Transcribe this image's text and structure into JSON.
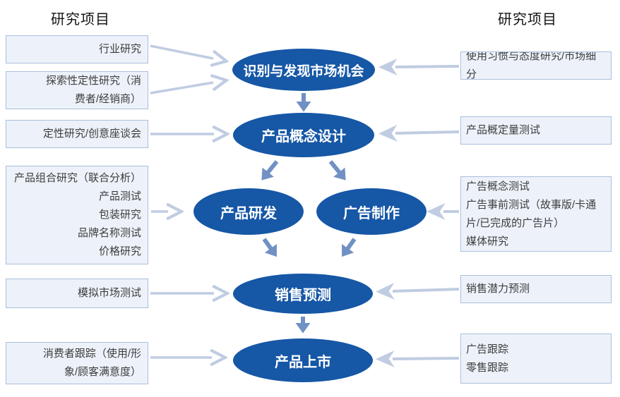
{
  "colors": {
    "ellipse_fill": "#1657a6",
    "ellipse_text": "#ffffff",
    "box_fill": "#edf2fa",
    "box_border": "#aabfdc",
    "box_text": "#3d3d3d",
    "light_arrow": "#c0cce2",
    "dark_arrow": "#7191c4",
    "header_text": "#141414"
  },
  "headers": {
    "left": "研究项目",
    "right": "研究项目"
  },
  "left_boxes": [
    {
      "text": "行业研究"
    },
    {
      "text": "探索性定性研究（消\n费者/经销商）"
    },
    {
      "text": "定性研究/创意座谈会"
    },
    {
      "text": "产品组合研究（联合分析）\n产品测试\n包装研究\n品牌名称测试\n价格研究"
    },
    {
      "text": "模拟市场测试"
    },
    {
      "text": "消费者跟踪（使用/形\n象/顾客满意度）"
    }
  ],
  "stages": [
    {
      "label": "识别与发现市场机会"
    },
    {
      "label": "产品概念设计"
    },
    {
      "label": "产品研发"
    },
    {
      "label": "广告制作"
    },
    {
      "label": "销售预测"
    },
    {
      "label": "产品上市"
    }
  ],
  "right_boxes": [
    {
      "text": "使用习惯与态度研究/市场细分"
    },
    {
      "text": "产品概定量测试"
    },
    {
      "text": "广告概念测试\n广告事前测试（故事版/卡通\n片/已完成的广告片）\n媒体研究"
    },
    {
      "text": "销售潜力预测"
    },
    {
      "text": "广告跟踪\n零售跟踪"
    }
  ]
}
